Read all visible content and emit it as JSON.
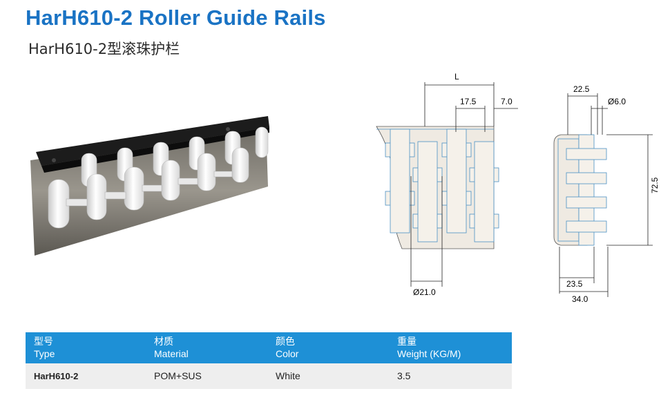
{
  "title": "HarH610-2 Roller Guide Rails",
  "subtitle": "HarH610-2型滚珠护栏",
  "drawing": {
    "dim_L": "L",
    "dim_17_5": "17.5",
    "dim_7_0": "7.0",
    "dim_d21": "Ø21.0",
    "dim_22_5": "22.5",
    "dim_d6": "Ø6.0",
    "dim_72_5": "72.5",
    "dim_23_5": "23.5",
    "dim_34_0": "34.0"
  },
  "table": {
    "headers": [
      {
        "cn": "型号",
        "en": "Type"
      },
      {
        "cn": "材质",
        "en": "Material"
      },
      {
        "cn": "颜色",
        "en": "Color"
      },
      {
        "cn": "重量",
        "en": "Weight (KG/M)"
      }
    ],
    "rows": [
      [
        "HarH610-2",
        "POM+SUS",
        "White",
        "3.5"
      ]
    ]
  }
}
